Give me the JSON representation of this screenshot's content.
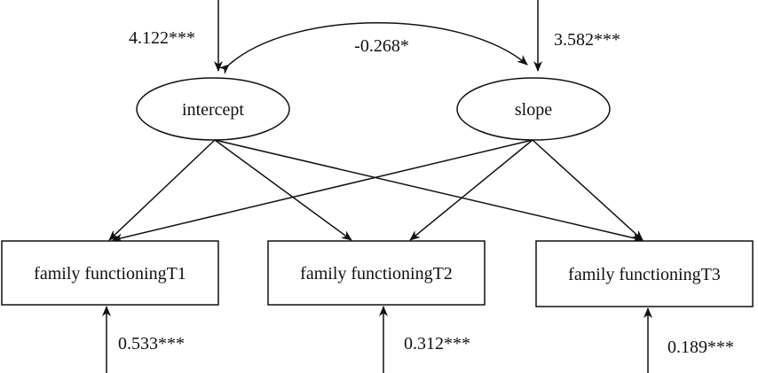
{
  "latent": {
    "intercept": {
      "label": "intercept",
      "mean": "4.122***"
    },
    "slope": {
      "label": "slope",
      "mean": "3.582***"
    },
    "covariance": "-0.268*"
  },
  "observed": [
    {
      "label": "family functioningT1",
      "error": "0.533***"
    },
    {
      "label": "family functioningT2",
      "error": "0.312***"
    },
    {
      "label": "family functioningT3",
      "error": "0.189***"
    }
  ]
}
